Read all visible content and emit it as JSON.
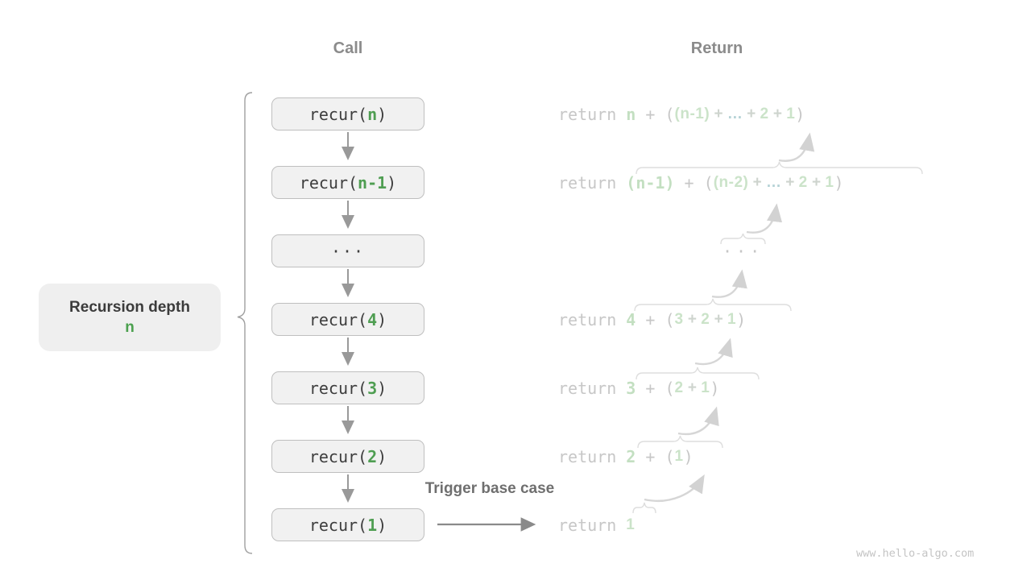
{
  "titles": {
    "call": "Call",
    "return": "Return"
  },
  "depth_label": {
    "title": "Recursion depth",
    "value": "n"
  },
  "trigger_label": "Trigger base case",
  "watermark": "www.hello-algo.com",
  "colors": {
    "accent_green": "#4f9e52",
    "light_green": "#cbe3c9",
    "light_teal": "#b5d2d6",
    "box_fill": "#f1f1f1",
    "gray_text": "#c7c7c7",
    "header_gray": "#8b8b8b"
  },
  "call_stack": [
    {
      "pre": "recur(",
      "arg": "n",
      "post": ")"
    },
    {
      "pre": "recur(",
      "arg": "n-1",
      "post": ")"
    },
    {
      "dots": "···"
    },
    {
      "pre": "recur(",
      "arg": "4",
      "post": ")"
    },
    {
      "pre": "recur(",
      "arg": "3",
      "post": ")"
    },
    {
      "pre": "recur(",
      "arg": "2",
      "post": ")"
    },
    {
      "pre": "recur(",
      "arg": "1",
      "post": ")"
    }
  ],
  "return_stack": [
    {
      "segments": [
        [
          "g",
          "return "
        ],
        [
          "v",
          "n"
        ],
        [
          "g",
          " + ("
        ],
        [
          "ig",
          "(n-1)"
        ],
        [
          "ip",
          " + "
        ],
        [
          "ie",
          "…"
        ],
        [
          "ip",
          " + "
        ],
        [
          "ig",
          "2"
        ],
        [
          "ip",
          " + "
        ],
        [
          "ig",
          "1"
        ],
        [
          "g",
          ")"
        ]
      ]
    },
    {
      "segments": [
        [
          "g",
          "return "
        ],
        [
          "v",
          "(n-1)"
        ],
        [
          "g",
          " + ("
        ],
        [
          "ig",
          "(n-2)"
        ],
        [
          "ip",
          " + "
        ],
        [
          "ie",
          "…"
        ],
        [
          "ip",
          " + "
        ],
        [
          "ig",
          "2"
        ],
        [
          "ip",
          " + "
        ],
        [
          "ig",
          "1"
        ],
        [
          "g",
          ")"
        ]
      ]
    },
    {
      "dots": "···"
    },
    {
      "segments": [
        [
          "g",
          "return "
        ],
        [
          "v",
          "4"
        ],
        [
          "g",
          " + ("
        ],
        [
          "ig",
          "3"
        ],
        [
          "ip",
          " + "
        ],
        [
          "ig",
          "2"
        ],
        [
          "ip",
          " + "
        ],
        [
          "ig",
          "1"
        ],
        [
          "g",
          ")"
        ]
      ]
    },
    {
      "segments": [
        [
          "g",
          "return "
        ],
        [
          "v",
          "3"
        ],
        [
          "g",
          " + ("
        ],
        [
          "ig",
          "2"
        ],
        [
          "ip",
          " + "
        ],
        [
          "ig",
          "1"
        ],
        [
          "g",
          ")"
        ]
      ]
    },
    {
      "segments": [
        [
          "g",
          "return "
        ],
        [
          "v",
          "2"
        ],
        [
          "g",
          " + ("
        ],
        [
          "ig",
          "1"
        ],
        [
          "g",
          ")"
        ]
      ]
    },
    {
      "segments": [
        [
          "g",
          "return "
        ],
        [
          "ig",
          "1"
        ]
      ]
    }
  ]
}
